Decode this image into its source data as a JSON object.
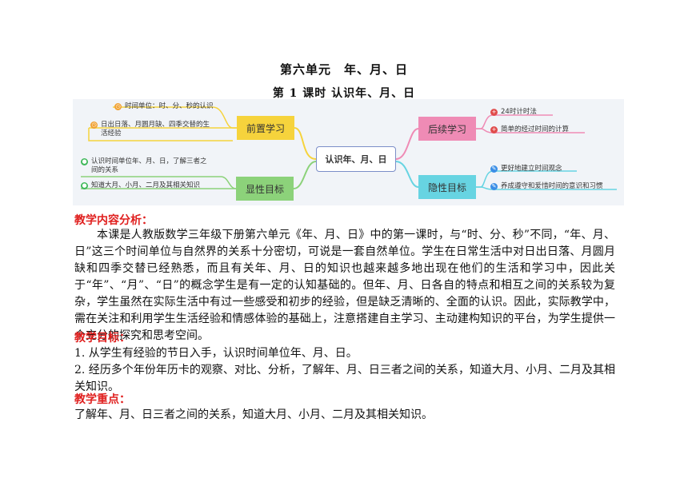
{
  "title": "第六单元　年、月、日",
  "subtitle": "第 1 课时  认识年、月、日",
  "mindmap": {
    "center": "认识年、月、日",
    "branches": {
      "prior": "前置学习",
      "visible": "显性目标",
      "follow": "后续学习",
      "hidden": "隐性目标"
    },
    "leaves": {
      "prior_1": "时间单位：时、分、秒的认识",
      "prior_2_line1": "日出日落、月圆月缺、四季交替的生",
      "prior_2_line2": "活经验",
      "visible_1_line1": "认识时间单位年、月、日，了解三者之",
      "visible_1_line2": "间的关系",
      "visible_2": "知道大月、小月、二月及其相关知识",
      "follow_1": "24时计时法",
      "follow_2": "简单的经过时间的计算",
      "hidden_1": "更好地建立时间观念",
      "hidden_2": "养成遵守和爱惜时间的意识和习惯"
    }
  },
  "sections": {
    "analysis_heading": "教学内容分析：",
    "analysis_text": "本课是人教版数学三年级下册第六单元《年、月、日》中的第一课时，与“时、分、秒”不同，“年、月、日”这三个时间单位与自然界的关系十分密切，可说是一套自然单位。学生在日常生活中对日出日落、月圆月缺和四季交替已经熟悉，而且有关年、月、日的知识也越来越多地出现在他们的生活和学习中，因此关于“年”、“月”、“日”的概念学生是有一定的认知基础的。但年、月、日各自的特点和相互之间的关系较为复杂，学生虽然在实际生活中有过一些感受和初步的经验，但是缺乏清晰的、全面的认识。因此，实际教学中，需在关注和利用学生生活经验和情感体验的基础上，注意搭建自主学习、主动建构知识的平台，为学生提供一个充分的探究和思考空间。",
    "goals_heading": "教学目标：",
    "goal_1": "1. 从学生有经验的节日入手，认识时间单位年、月、日。",
    "goal_2": "2. 经历多个年份年历卡的观察、对比、分析，了解年、月、日三者之间的关系，知道大月、小月、二月及其相关知识。",
    "key_heading": "教学重点：",
    "key_text": "了解年、月、日三者之间的关系，知道大月、小月、二月及其相关知识。"
  },
  "colors": {
    "heading_red": "#e0201f",
    "yellow_branch": "#f6d33c",
    "green_branch": "#8cd27a",
    "pink_branch": "#ef8bb5",
    "cyan_branch": "#67d4e2"
  }
}
